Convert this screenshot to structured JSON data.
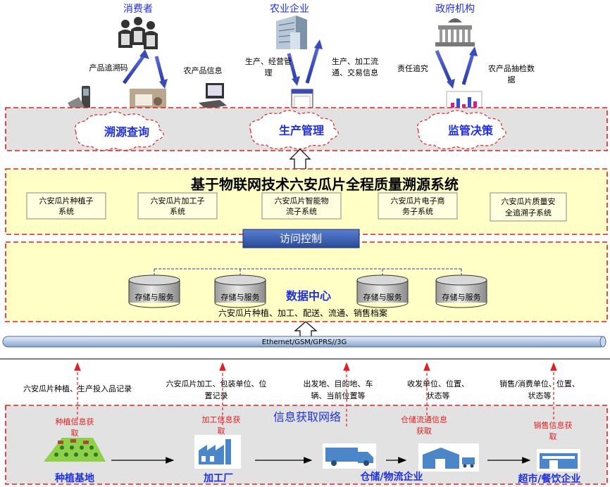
{
  "actors": {
    "consumer": "消费者",
    "enterprise": "农业企业",
    "government": "政府机构"
  },
  "flow_labels": {
    "trace_code": "产品追溯码",
    "product_info": "农产品信息",
    "production_mgmt": [
      "生产、经营管",
      "理"
    ],
    "production_trade": [
      "生产、加工流",
      "通、交易信息"
    ],
    "responsibility": "责任追究",
    "inspection": [
      "农产品抽检数",
      "据"
    ]
  },
  "top_layer": {
    "trace_query": "溯源查询",
    "production": "生产管理",
    "supervision": "监管决策"
  },
  "system": {
    "title": "基于物联网技术六安瓜片全程质量溯源系统",
    "subsystems": [
      [
        "六安瓜片种植子",
        "系统"
      ],
      [
        "六安瓜片加工子",
        "系统"
      ],
      [
        "六安瓜片智能物",
        "流子系统"
      ],
      [
        "六安瓜片电子商",
        "务子系统"
      ],
      [
        "六安瓜片质量安",
        "全追溯子系统"
      ]
    ]
  },
  "access_control": "访问控制",
  "data_center": {
    "title": "数据中心",
    "storage_label": "存储与服务",
    "archive": "六安瓜片种植、加工、配送、流通、销售档案"
  },
  "network_bus": "Ethernet/GSM/GPRS//3G",
  "records": {
    "planting": "六安瓜片种植、生产投入品记录",
    "processing": [
      "六安瓜片加工、包装单位、位",
      "置记录"
    ],
    "logistics": [
      "出发地、目的地、车",
      "辆、当前位置等"
    ],
    "warehouse": [
      "收发单位、位置、",
      "状态等"
    ],
    "sales": [
      "销售/消费单位、位置、",
      "状态等"
    ]
  },
  "acquisition": {
    "title": "信息获取网络",
    "planting_capture": [
      "种植信息获",
      "取"
    ],
    "processing_capture": [
      "加工信息获",
      "取"
    ],
    "warehouse_capture": [
      "仓储流通信息",
      "获取"
    ],
    "sales_capture": [
      "销售信息获",
      "取"
    ]
  },
  "nodes": {
    "base": "种植基地",
    "factory": "加工厂",
    "logistics": "仓储/物流企业",
    "retail": "超市/餐饮企业"
  },
  "colors": {
    "dashed_border": "#e02020",
    "layer_gray": "#e2e2e2",
    "layer_yellow": "#ffffc6",
    "cloud_text": "#1f2fe0",
    "access_bar": "#3a5fb0",
    "capture_text": "#e02020",
    "acquisition_title": "#1f2fe0",
    "node_text": "#1f2fe0"
  }
}
